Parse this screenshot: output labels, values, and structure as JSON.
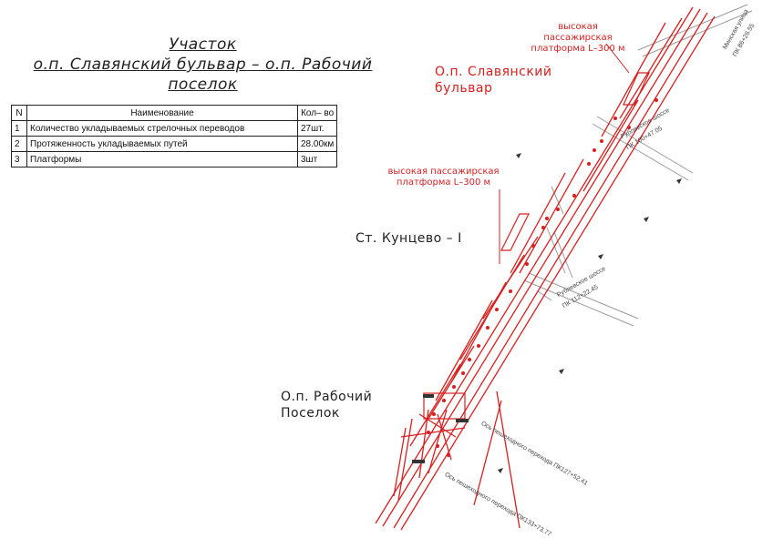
{
  "title": {
    "line1": "Участок",
    "line2": "о.п. Славянский бульвар – о.п. Рабочий поселок"
  },
  "table": {
    "headers": [
      "N",
      "Наименование",
      "Кол– во"
    ],
    "rows": [
      [
        "1",
        "Количество укладываемых стрелочных переводов",
        "27шт."
      ],
      [
        "2",
        "Протяженность укладываемых путей",
        "28.00км"
      ],
      [
        "3",
        "Платформы",
        "3шт"
      ]
    ]
  },
  "labels": {
    "platform_top_1": "высокая пассажирская",
    "platform_top_2": "платформа L–300 м",
    "slavyansky_1": "О.п. Славянский",
    "slavyansky_2": "бульвар",
    "platform_mid_1": "высокая пассажирская",
    "platform_mid_2": "платформа L–300 м",
    "kuntsevo": "Ст. Кунцево – I",
    "rabochiy_1": "О.п. Рабочий",
    "rabochiy_2": "Поселок"
  },
  "map_notes": {
    "minskaya": "Минская улица",
    "minskaya_pk": "ПК 86+26.55",
    "rublevskoe_top": "Рублевское шоссе",
    "rublevskoe_top_pk": "ПК 100+47.05",
    "rublevskoe_bottom": "Рублевское шоссе",
    "rublevskoe_bottom_pk": "ПК 112+22.45",
    "crossing_1": "Ось пешеходного перехода ПК127+52.41",
    "crossing_2": "Ось пешеходного перехода ПК133+73.77"
  },
  "colors": {
    "track": "#d81f1f",
    "text": "#222222",
    "grey": "#9a9a9a"
  }
}
